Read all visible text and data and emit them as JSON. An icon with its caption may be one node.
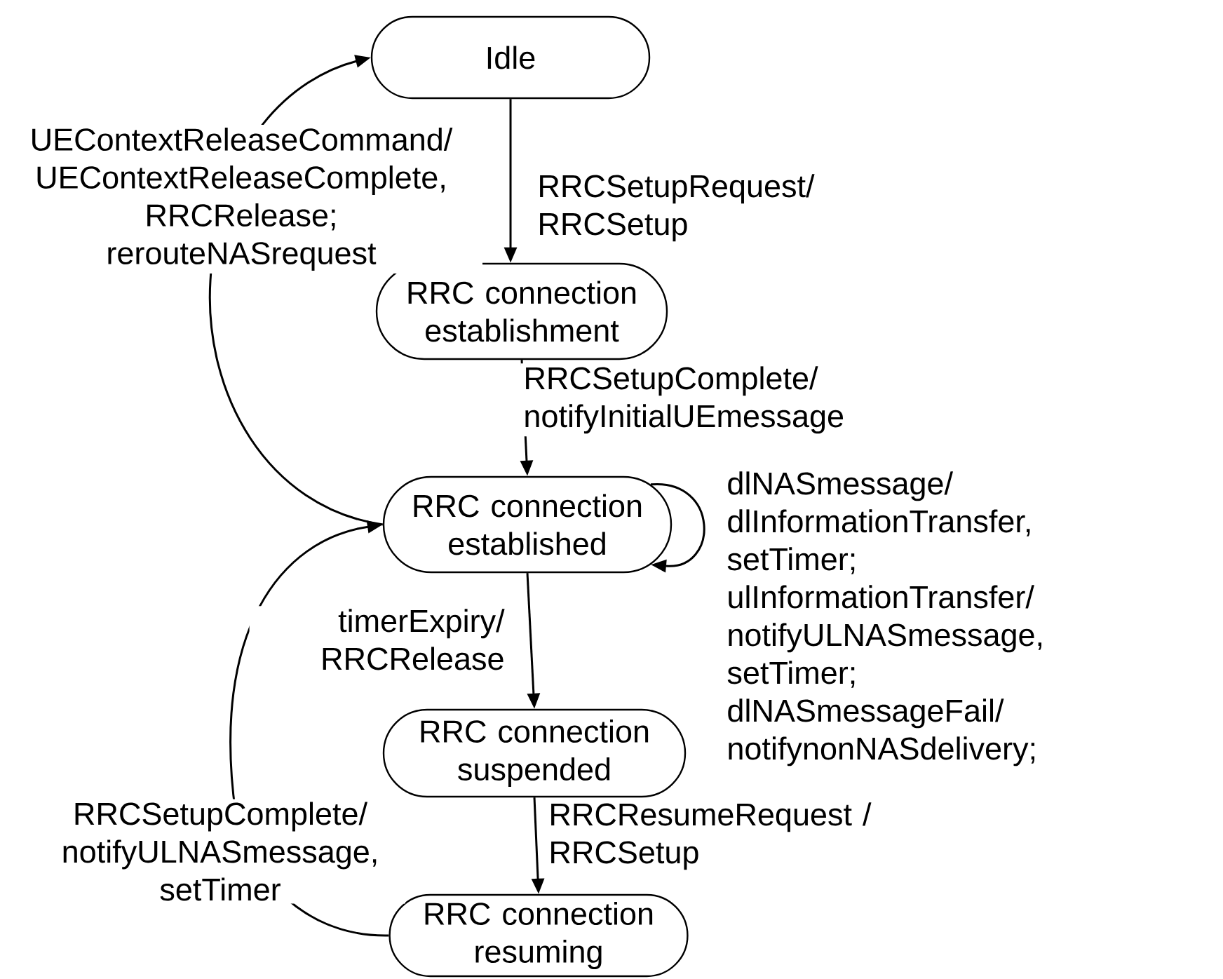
{
  "diagram": {
    "nodes": [
      {
        "text": [
          "Idle"
        ]
      },
      {
        "text": [
          "RRC connection establishment"
        ]
      },
      {
        "text": [
          "RRC connection established"
        ]
      },
      {
        "text": [
          "RRC connection suspended"
        ]
      },
      {
        "text": [
          "RRC connection resuming"
        ]
      }
    ],
    "edges": [
      {
        "from": 0,
        "to": 1,
        "arrow": "to",
        "label": "RRCSetupRequest/ RRCSetup"
      },
      {
        "from": 1,
        "to": 2,
        "arrow": "to",
        "label": "RRCSetupComplete/ notifyInitialUEmessage"
      },
      {
        "from": 2,
        "to": 2,
        "arrow": "to",
        "label": "dlNASmessage/ dlInformationTransfer, setTimer; ulInformationTransfer/ notifyULNASmessage, setTimer; dlNASmessageFail/ notifynonNASdelivery;"
      },
      {
        "from": 2,
        "to": 3,
        "arrow": "to",
        "label": "timerExpiry/ RRCRelease"
      },
      {
        "from": 3,
        "to": 4,
        "arrow": "to",
        "label": "RRCResumeRequest / RRCSetup"
      },
      {
        "from": 2,
        "to": 0,
        "arrow": "to",
        "label": "UEContextReleaseCommand/ UEContextReleaseComplete, RRCRelease; rerouteNASrequest"
      },
      {
        "from": 4,
        "to": 2,
        "arrow": "to",
        "label": "RRCSetupComplete/ notifyULNASmessage, setTimer"
      }
    ]
  }
}
